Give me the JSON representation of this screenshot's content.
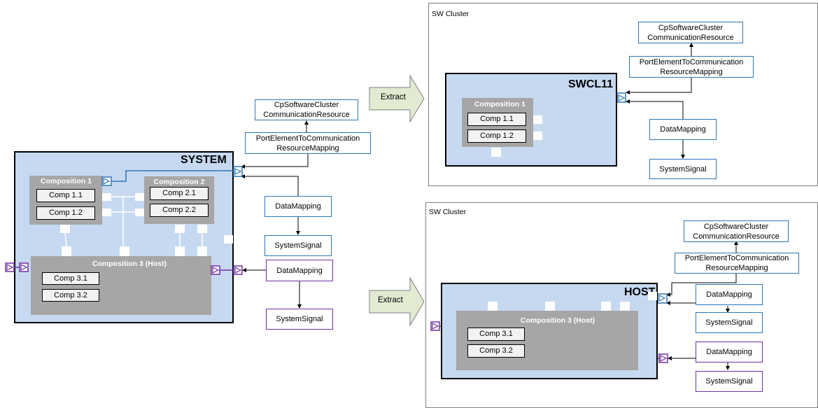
{
  "system": {
    "title": "SYSTEM",
    "composition1": {
      "label": "Composition 1",
      "components": [
        "Comp 1.1",
        "Comp 1.2"
      ]
    },
    "composition2": {
      "label": "Composition 2",
      "components": [
        "Comp 2.1",
        "Comp 2.2"
      ]
    },
    "composition3": {
      "label": "Composition 3 (Host)",
      "components": [
        "Comp 3.1",
        "Comp 3.2"
      ]
    },
    "resource_line1": "CpSoftwareCluster",
    "resource_line2": "CommunicationResource",
    "mapping_line1": "PortElementToCommunication",
    "mapping_line2": "ResourceMapping",
    "data_mapping_blue": "DataMapping",
    "system_signal_blue": "SystemSignal",
    "data_mapping_purple": "DataMapping",
    "system_signal_purple": "SystemSignal"
  },
  "extract_top": "Extract",
  "extract_bottom": "Extract",
  "cluster_top": {
    "label": "SW Cluster",
    "title": "SWCL11",
    "composition_label": "Composition 1",
    "components": [
      "Comp 1.1",
      "Comp 1.2"
    ],
    "resource_line1": "CpSoftwareCluster",
    "resource_line2": "CommunicationResource",
    "mapping_line1": "PortElementToCommunication",
    "mapping_line2": "ResourceMapping",
    "data_mapping": "DataMapping",
    "system_signal": "SystemSignal"
  },
  "cluster_bottom": {
    "label": "SW Cluster",
    "title": "HOST",
    "composition_label": "Composition 3 (Host)",
    "components": [
      "Comp 3.1",
      "Comp 3.2"
    ],
    "resource_line1": "CpSoftwareCluster",
    "resource_line2": "CommunicationResource",
    "mapping_line1": "PortElementToCommunication",
    "mapping_line2": "ResourceMapping",
    "data_mapping_blue": "DataMapping",
    "system_signal_blue": "SystemSignal",
    "data_mapping_purple": "DataMapping",
    "system_signal_purple": "SystemSignal"
  },
  "colors": {
    "blue": "#2e75b6",
    "purple": "#7030a0",
    "box_fill": "#c6d9f1",
    "composition_fill": "#a6a6a6"
  }
}
